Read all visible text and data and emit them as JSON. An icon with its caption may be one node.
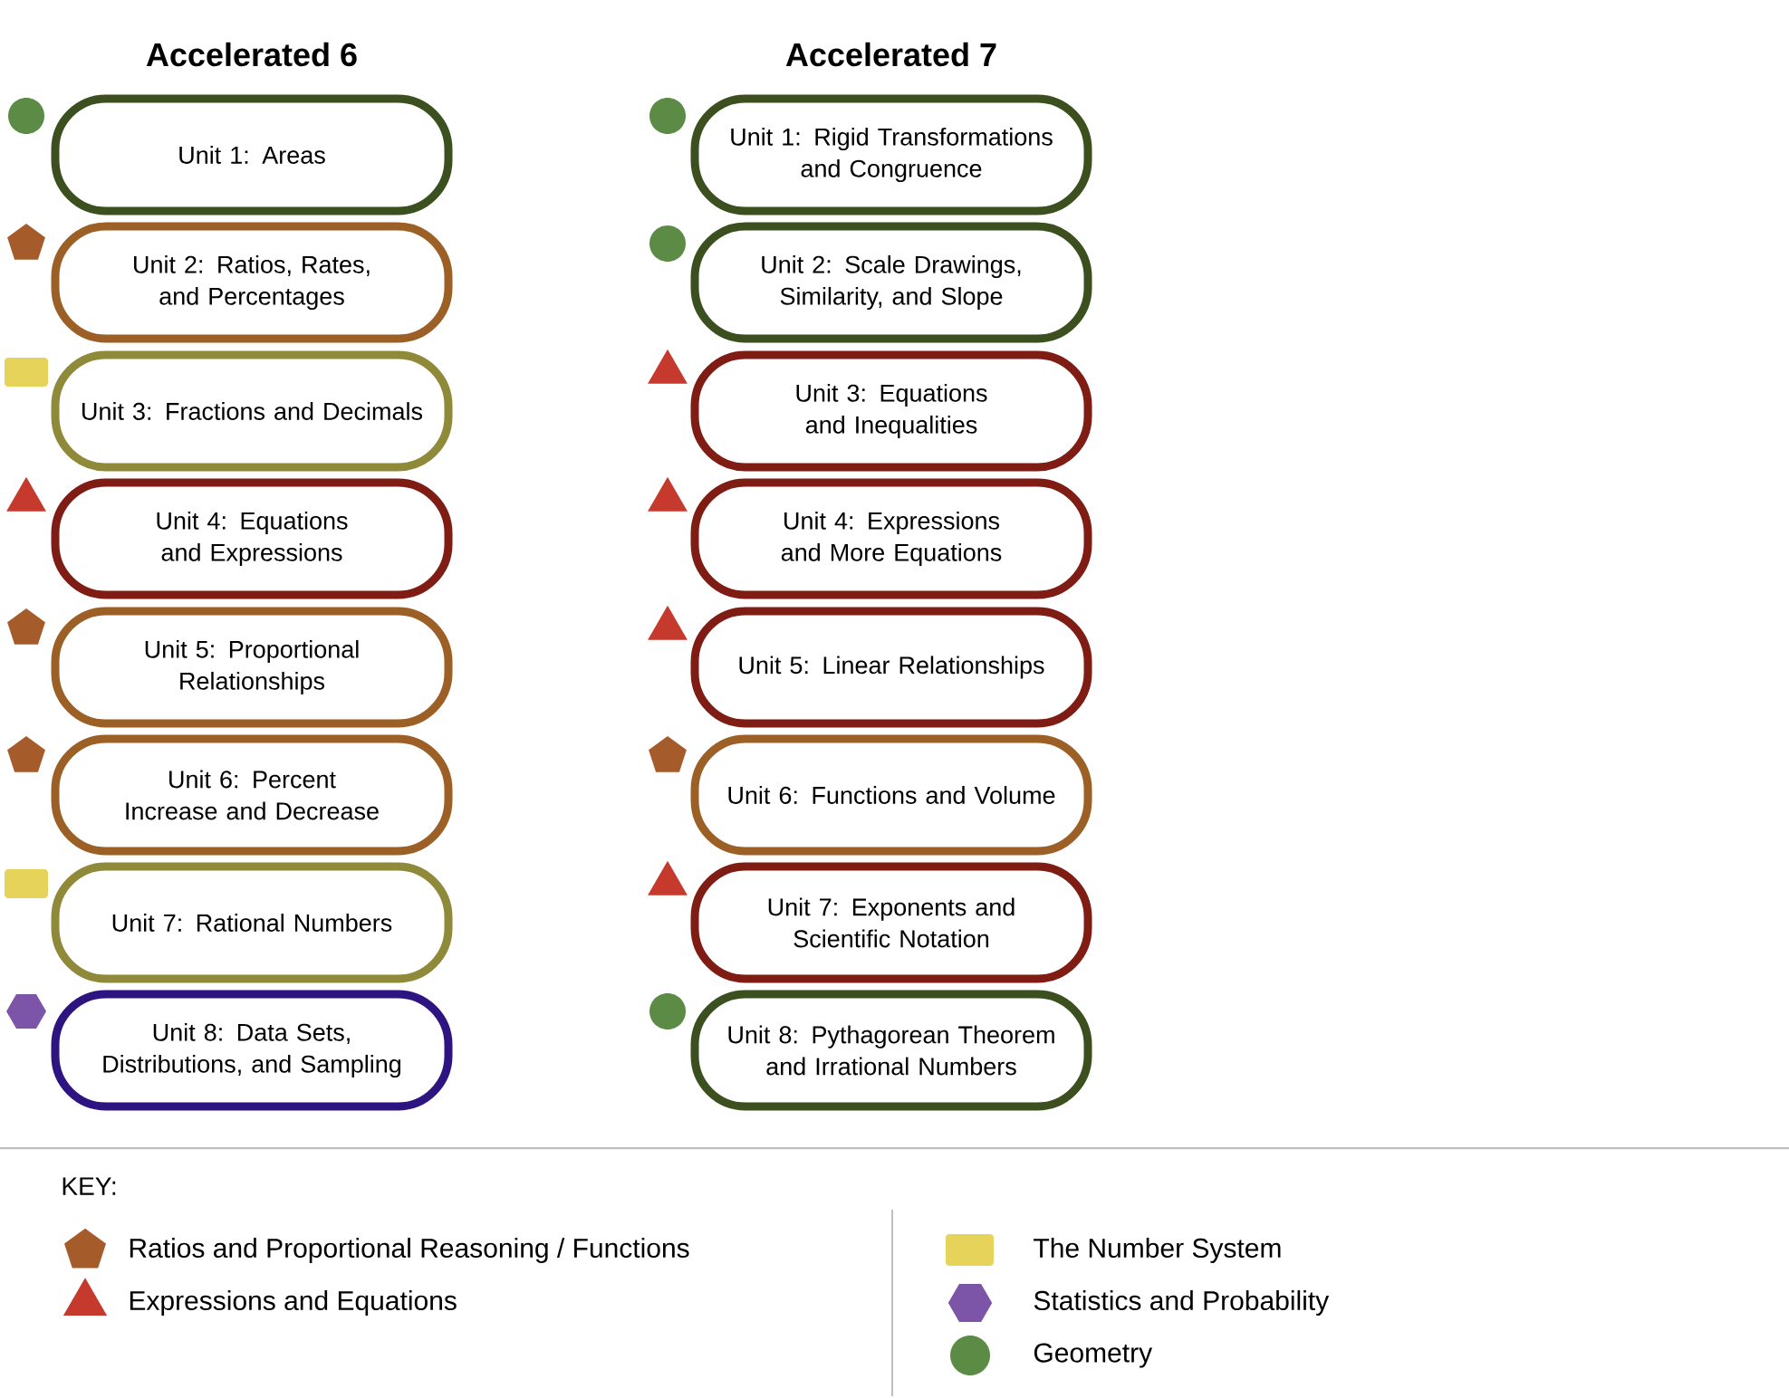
{
  "diagram": {
    "nodes": [
      {
        "text": [
          "Unit 1: Areas"
        ]
      },
      {
        "text": [
          "Unit 2: Ratios, Rates, and Percentages"
        ]
      },
      {
        "text": [
          "Unit 3: Fractions and Decimals"
        ]
      },
      {
        "text": [
          "Unit 4: Equations and Expressions"
        ]
      },
      {
        "text": [
          "Unit 5: Proportional Relationships"
        ]
      },
      {
        "text": [
          "Unit 6: Percent Increase and Decrease"
        ]
      },
      {
        "text": [
          "Unit 7: Rational Numbers"
        ]
      },
      {
        "text": [
          "Unit 8: Data Sets, Distributions, and Sampling"
        ]
      },
      {
        "text": [
          "Unit 1: Rigid Transformations and Congruence"
        ]
      },
      {
        "text": [
          "Unit 2: Scale Drawings, Similarity, and Slope"
        ]
      },
      {
        "text": [
          "Unit 3: Equations and Inequalities"
        ]
      },
      {
        "text": [
          "Unit 4: Expressions and More Equations"
        ]
      },
      {
        "text": [
          "Unit 5: Linear Relationships"
        ]
      },
      {
        "text": [
          "Unit 6: Functions and Volume"
        ]
      },
      {
        "text": [
          "Unit 7: Exponents and Scientific Notation"
        ]
      },
      {
        "text": [
          "Unit 8: Pythagorean Theorem and Irrational Numbers"
        ]
      }
    ],
    "labels": [
      "Accelerated 6",
      "Accelerated 7",
      "KEY:"
    ],
    "legend": [
      {
        "text": "Ratios and Proportional Reasoning / Functions",
        "color": "#a65b2a"
      },
      {
        "text": "Expressions and Equations",
        "color": "#c53a2c"
      },
      {
        "text": "The Number System",
        "color": "#e6d35a"
      },
      {
        "text": "Statistics and Probability",
        "color": "#7c55a8"
      },
      {
        "text": "Geometry",
        "color": "#5b8b45"
      }
    ]
  }
}
